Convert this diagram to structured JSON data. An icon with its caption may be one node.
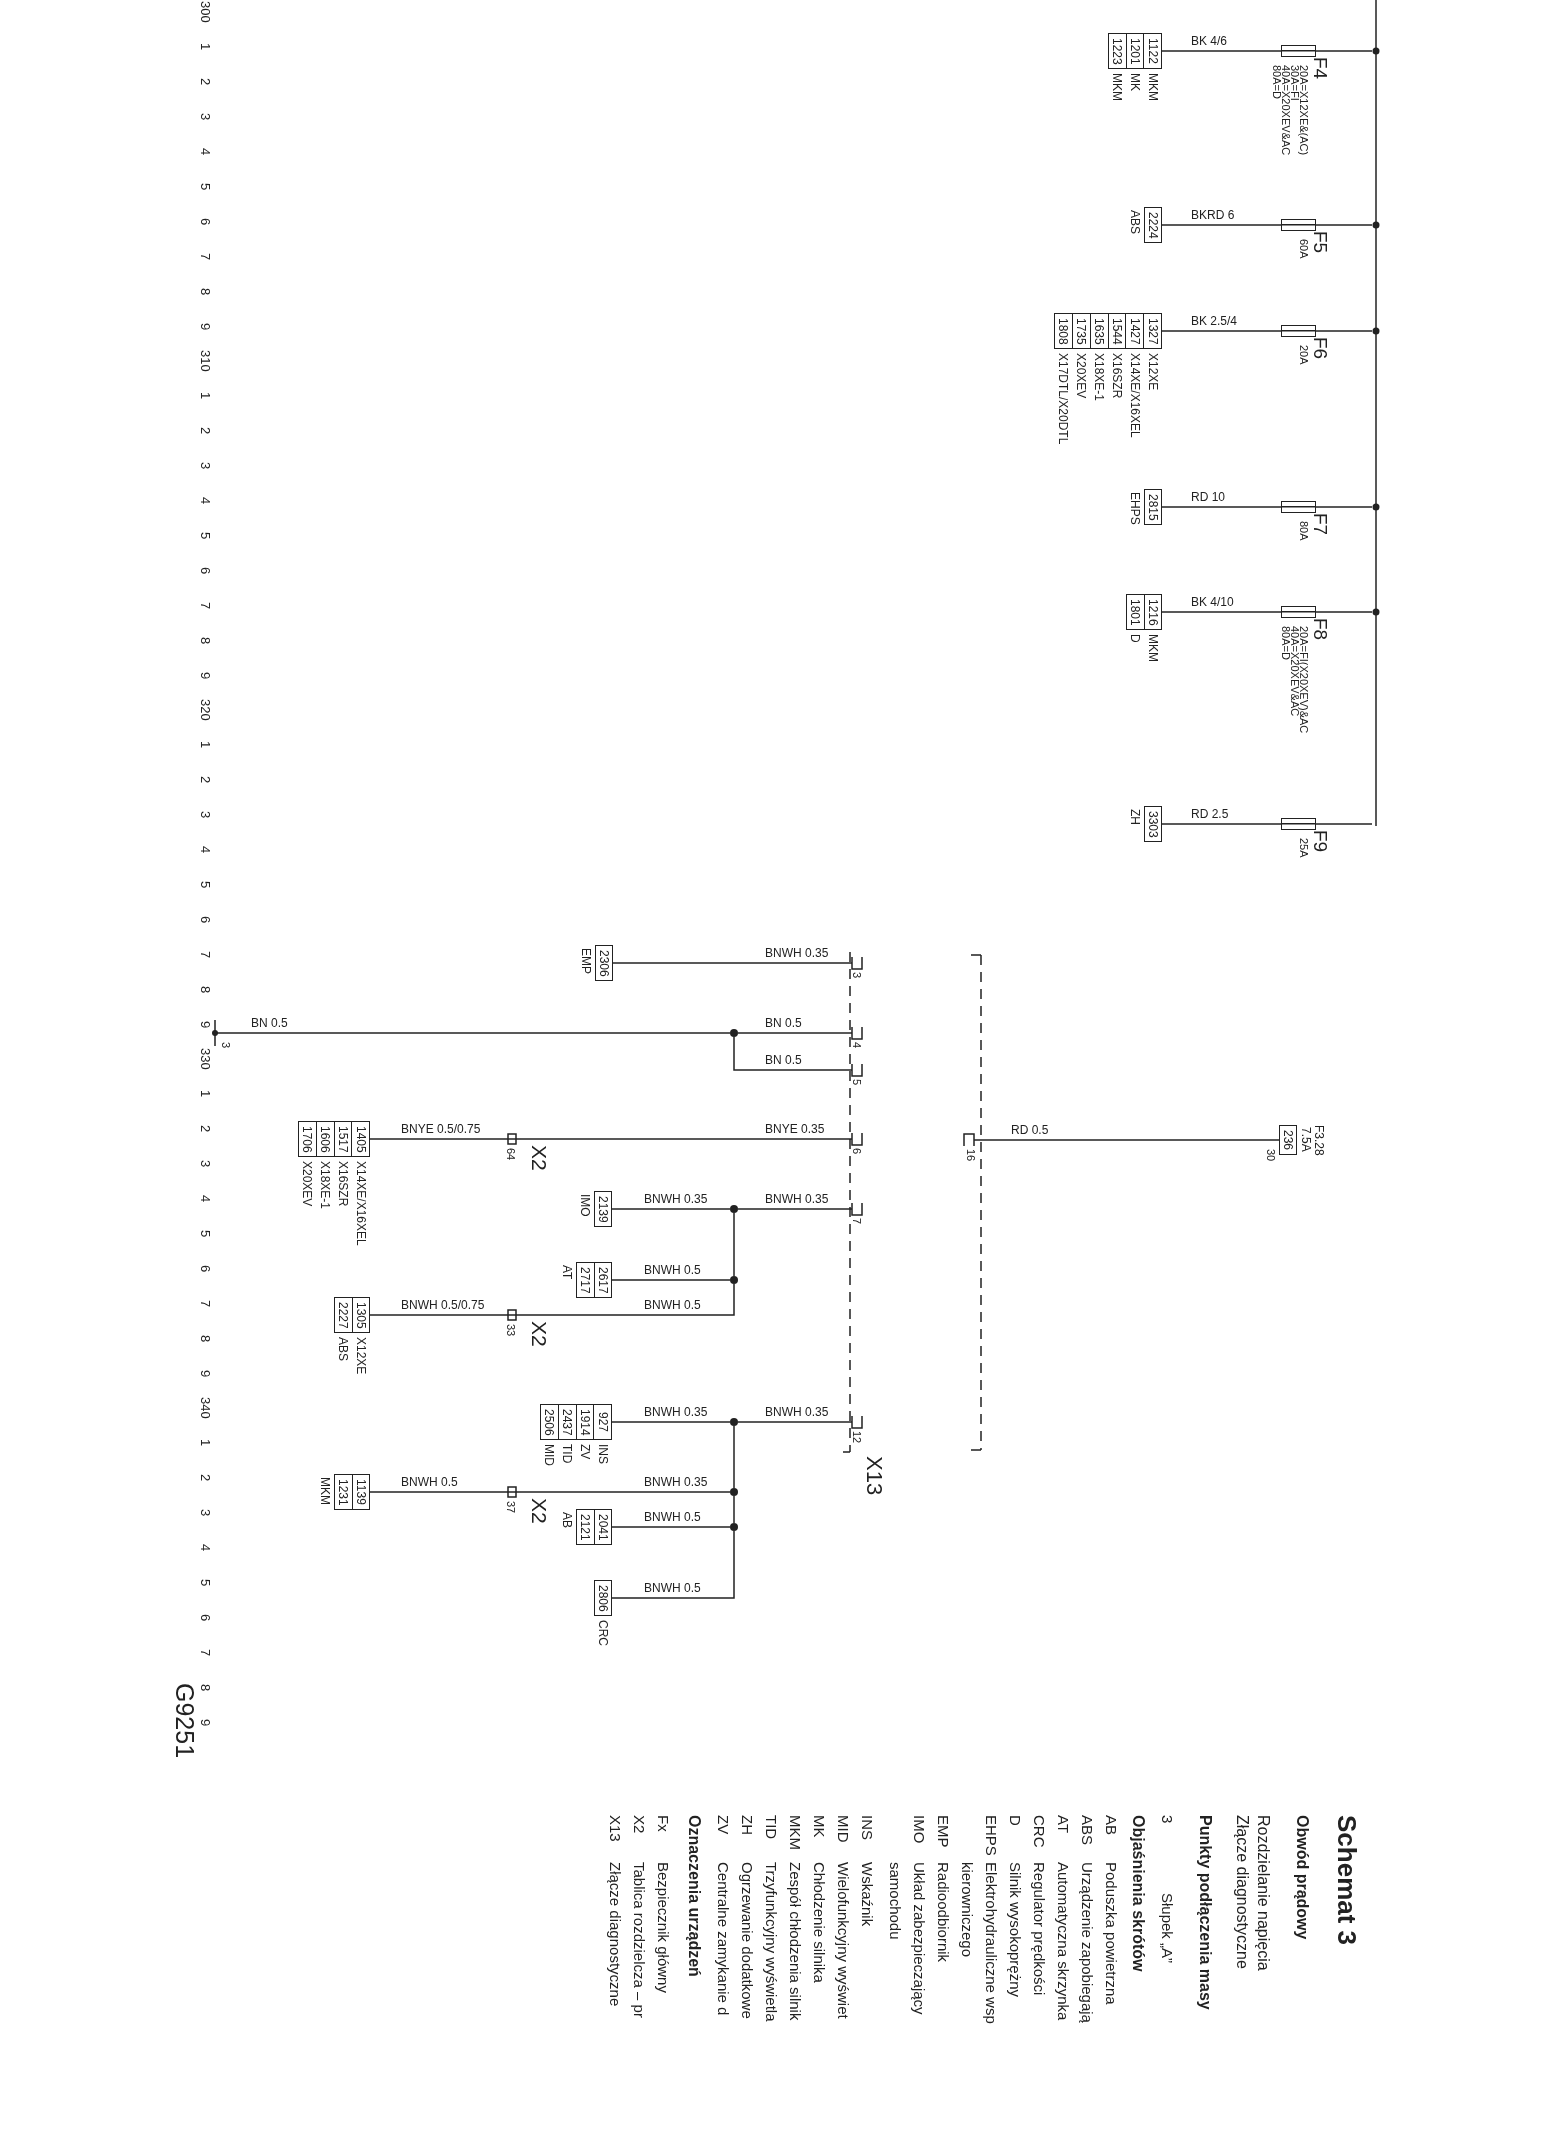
{
  "diagram": {
    "title": "Schemat 3",
    "nodes": [
      {
        "text": [
          "F4",
          "20A=X12XE&(AC)",
          "30A=FI",
          "40A=X20XEV&AC",
          "80A=D"
        ]
      },
      {
        "text": [
          "1122",
          "1201",
          "1223"
        ],
        "beside": [
          "MKM",
          "MK",
          "MKM"
        ]
      },
      {
        "text": [
          "F5",
          "60A"
        ]
      },
      {
        "text": [
          "2224"
        ],
        "beside": [
          "ABS"
        ]
      },
      {
        "text": [
          "F6",
          "20A"
        ]
      },
      {
        "text": [
          "1327",
          "1427",
          "1544",
          "1635",
          "1735",
          "1808"
        ],
        "beside": [
          "X12XE",
          "X14XE/X16XEL",
          "X16SZR",
          "X18XE-1",
          "X20XEV",
          "X17DTL/X20DTL"
        ]
      },
      {
        "text": [
          "F7",
          "80A"
        ]
      },
      {
        "text": [
          "2815"
        ],
        "beside": [
          "EHPS"
        ]
      },
      {
        "text": [
          "F8",
          "20A=FI(X20XEV)&AC",
          "40A=X20XEV&AC",
          "80A=D"
        ]
      },
      {
        "text": [
          "1216",
          "1801"
        ],
        "beside": [
          "MKM",
          "D"
        ]
      },
      {
        "text": [
          "F9",
          "25A"
        ]
      },
      {
        "text": [
          "3303"
        ],
        "beside": [
          "ZH"
        ]
      },
      {
        "text": [
          "X13"
        ]
      },
      {
        "text": [
          "3"
        ],
        "in": 12
      },
      {
        "text": [
          "4"
        ],
        "in": 12
      },
      {
        "text": [
          "5"
        ],
        "in": 12
      },
      {
        "text": [
          "6"
        ],
        "in": 12
      },
      {
        "text": [
          "7"
        ],
        "in": 12
      },
      {
        "text": [
          "12"
        ],
        "in": 12
      },
      {
        "text": [
          "16"
        ],
        "in": 12
      },
      {
        "text": [
          "236"
        ],
        "beside": [
          "F3.28",
          "7.5A",
          "30"
        ]
      },
      {
        "text": [
          "2306"
        ],
        "beside": [
          "EMP"
        ]
      },
      {
        "text": [],
        "shape": "circle"
      },
      {
        "text": [
          "3"
        ]
      },
      {
        "text": [
          "64"
        ],
        "beside": [
          "X2"
        ]
      },
      {
        "text": [
          "1405",
          "1517",
          "1606",
          "1706"
        ],
        "beside": [
          "X14XE/X16XEL",
          "X16SZR",
          "X18XE-1",
          "X20XEV"
        ]
      },
      {
        "text": [],
        "shape": "circle"
      },
      {
        "text": [
          "2139"
        ],
        "beside": [
          "IMO"
        ]
      },
      {
        "text": [],
        "shape": "circle"
      },
      {
        "text": [
          "2617",
          "2717"
        ],
        "beside": [
          "AT"
        ]
      },
      {
        "text": [
          "33"
        ],
        "beside": [
          "X2"
        ]
      },
      {
        "text": [
          "1305",
          "2227"
        ],
        "beside": [
          "X12XE",
          "ABS"
        ]
      },
      {
        "text": [],
        "shape": "circle"
      },
      {
        "text": [
          "927",
          "1914",
          "2437",
          "2506"
        ],
        "beside": [
          "INS",
          "ZV",
          "TID",
          "MID"
        ]
      },
      {
        "text": [],
        "shape": "circle"
      },
      {
        "text": [
          "37"
        ],
        "beside": [
          "X2"
        ]
      },
      {
        "text": [
          "1139",
          "1231"
        ],
        "beside": [
          "MKM"
        ]
      },
      {
        "text": [],
        "shape": "circle"
      },
      {
        "text": [
          "2041",
          "2121"
        ],
        "beside": [
          "AB"
        ]
      },
      {
        "text": [
          "2806"
        ],
        "beside": [
          "CRC"
        ]
      },
      {
        "text": [],
        "shape": "bar"
      }
    ],
    "edges": [
      {
        "from": 0,
        "to": 1,
        "arrow": "none",
        "label": "BK 4/6"
      },
      {
        "from": 2,
        "to": 3,
        "arrow": "none",
        "label": "BKRD 6"
      },
      {
        "from": 4,
        "to": 5,
        "arrow": "none",
        "label": "BK 2.5/4"
      },
      {
        "from": 6,
        "to": 7,
        "arrow": "none",
        "label": "RD 10"
      },
      {
        "from": 8,
        "to": 9,
        "arrow": "none",
        "label": "BK 4/10"
      },
      {
        "from": 10,
        "to": 11,
        "arrow": "none",
        "label": "RD 2.5"
      },
      {
        "from": 20,
        "to": 19,
        "arrow": "none",
        "label": "RD 0.5"
      },
      {
        "from": 13,
        "to": 21,
        "arrow": "none",
        "label": "BNWH 0.35"
      },
      {
        "from": 14,
        "to": 22,
        "arrow": "none",
        "label": "BN 0.5"
      },
      {
        "from": 15,
        "to": 22,
        "arrow": "none",
        "label": "BN 0.5"
      },
      {
        "from": 22,
        "to": 23,
        "arrow": "none",
        "label": "BN 0.5"
      },
      {
        "from": 16,
        "to": 24,
        "arrow": "none",
        "label": "BNYE 0.35"
      },
      {
        "from": 24,
        "to": 25,
        "arrow": "none",
        "label": "BNYE 0.5/0.75"
      },
      {
        "from": 17,
        "to": 26,
        "arrow": "none",
        "label": "BNWH 0.35"
      },
      {
        "from": 26,
        "to": 27,
        "arrow": "none",
        "label": "BNWH 0.35"
      },
      {
        "from": 26,
        "to": 28,
        "arrow": "none"
      },
      {
        "from": 28,
        "to": 29,
        "arrow": "none",
        "label": "BNWH 0.5"
      },
      {
        "from": 28,
        "to": 30,
        "arrow": "none",
        "label": "BNWH 0.5"
      },
      {
        "from": 30,
        "to": 31,
        "arrow": "none",
        "label": "BNWH 0.5/0.75"
      },
      {
        "from": 18,
        "to": 32,
        "arrow": "none",
        "label": "BNWH 0.35"
      },
      {
        "from": 32,
        "to": 33,
        "arrow": "none",
        "label": "BNWH 0.35"
      },
      {
        "from": 32,
        "to": 34,
        "arrow": "none"
      },
      {
        "from": 34,
        "to": 35,
        "arrow": "none",
        "label": "BNWH 0.35"
      },
      {
        "from": 35,
        "to": 36,
        "arrow": "none",
        "label": "BNWH 0.5"
      },
      {
        "from": 34,
        "to": 37,
        "arrow": "none"
      },
      {
        "from": 37,
        "to": 38,
        "arrow": "none",
        "label": "BNWH 0.5"
      },
      {
        "from": 37,
        "to": 39,
        "arrow": "none",
        "label": "BNWH 0.5"
      },
      {
        "from": 40,
        "to": 0,
        "arrow": "none"
      },
      {
        "from": 40,
        "to": 2,
        "arrow": "none"
      },
      {
        "from": 40,
        "to": 4,
        "arrow": "none"
      },
      {
        "from": 40,
        "to": 6,
        "arrow": "none"
      },
      {
        "from": 40,
        "to": 8,
        "arrow": "none"
      },
      {
        "from": 40,
        "to": 10,
        "arrow": "none"
      }
    ],
    "labels": [
      "300",
      "1",
      "2",
      "3",
      "4",
      "5",
      "6",
      "7",
      "8",
      "9",
      "310",
      "1",
      "2",
      "3",
      "4",
      "5",
      "6",
      "7",
      "8",
      "9",
      "320",
      "1",
      "2",
      "3",
      "4",
      "5",
      "6",
      "7",
      "8",
      "9",
      "330",
      "1",
      "2",
      "3",
      "4",
      "5",
      "6",
      "7",
      "8",
      "9",
      "340",
      "1",
      "2",
      "3",
      "4",
      "5",
      "6",
      "7",
      "8",
      "9",
      "G9251",
      "Obwód prądowy",
      "Rozdzielanie napięcia",
      "Złącze diagnostyczne",
      "Punkty podłączenia masy",
      "3",
      "Słupek „A”",
      "Objaśnienia skrótów",
      "AB",
      "Poduszka powietrzna",
      "ABS",
      "Urządzenie zapobiegają",
      "AT",
      "Automatyczna skrzynka",
      "CRC",
      "Regulator prędkości",
      "D",
      "Silnik wysokoprężny",
      "EHPS",
      "Elektrohydrauliczne wsp",
      "kierowniczego",
      "EMP",
      "Radioodbiornik",
      "IMO",
      "Układ zabezpieczający",
      "samochodu",
      "INS",
      "Wskaźnik",
      "MID",
      "Wielofunkcyjny wyświet",
      "MK",
      "Chłodzenie silnika",
      "MKM",
      "Zespół chłodzenia silnik",
      "TID",
      "Trzyfunkcyjny wyświetla",
      "ZH",
      "Ogrzewanie dodatkowe",
      "ZV",
      "Centralne zamykanie d",
      "Oznaczenia urządzeń",
      "Fx",
      "Bezpiecznik główny",
      "X2",
      "Tablica rozdzielcza – pr",
      "X13",
      "Złącze diagnostyczne"
    ]
  }
}
